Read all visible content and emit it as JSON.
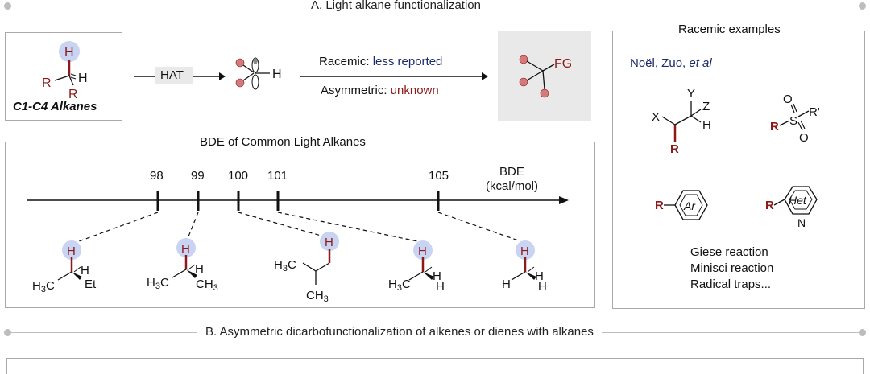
{
  "section_a": {
    "title": "A. Light alkane functionalization"
  },
  "section_b": {
    "title": "B. Asymmetric dicarbofunctionalization of alkenes or dienes with alkanes"
  },
  "alkane_box": {
    "label": "C1-C4 Alkanes",
    "atom_h": "H",
    "atom_r": "R"
  },
  "hat": {
    "label": "HAT",
    "radical_h": "H"
  },
  "reaction": {
    "racemic_prefix": "Racemic: ",
    "racemic_value": "less reported",
    "asym_prefix": "Asymmetric: ",
    "asym_value": "unknown",
    "product_fg": "FG"
  },
  "bde": {
    "panel_title": "BDE of Common Light Alkanes",
    "axis_label_1": "BDE",
    "axis_label_2": "(kcal/mol)",
    "ticks": [
      "98",
      "99",
      "100",
      "101",
      "105"
    ]
  },
  "racemic_panel": {
    "title": "Racemic examples",
    "authors_a": "Noël, Zuo, ",
    "authors_b": "et al",
    "lines": [
      "Giese reaction",
      "Minisci reaction",
      "Radical traps..."
    ],
    "ar": "Ar",
    "het": "Het",
    "n": "N"
  },
  "colors": {
    "accent_red": "#8b1a1a",
    "navy": "#1b2a6b",
    "h_circle": "#c9d3f2",
    "grey_box": "#e9e9e9"
  }
}
